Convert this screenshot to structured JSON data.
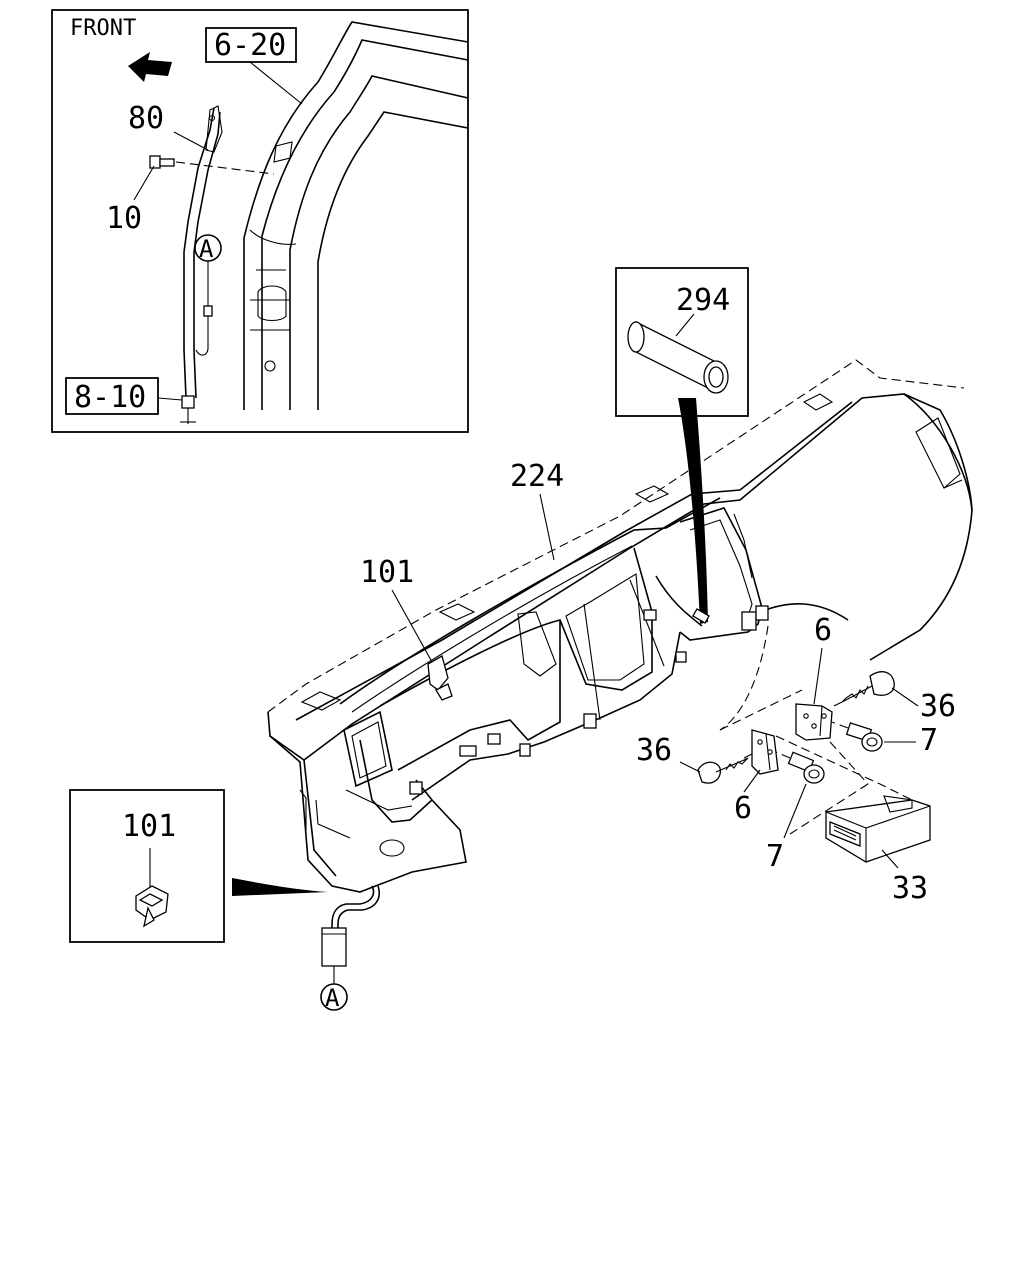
{
  "diagram": {
    "direction_label": "FRONT",
    "references": [
      {
        "id": "ref-6-20",
        "text": "6-20"
      },
      {
        "id": "ref-8-10",
        "text": "8-10"
      }
    ],
    "connector_marker": "A",
    "callouts": {
      "c80": "80",
      "c10": "10",
      "c294": "294",
      "c224": "224",
      "c101_main": "101",
      "c101_inset": "101",
      "c6_top": "6",
      "c6_bottom": "6",
      "c36_right": "36",
      "c36_left": "36",
      "c7_right": "7",
      "c7_bottom": "7",
      "c33": "33"
    }
  }
}
